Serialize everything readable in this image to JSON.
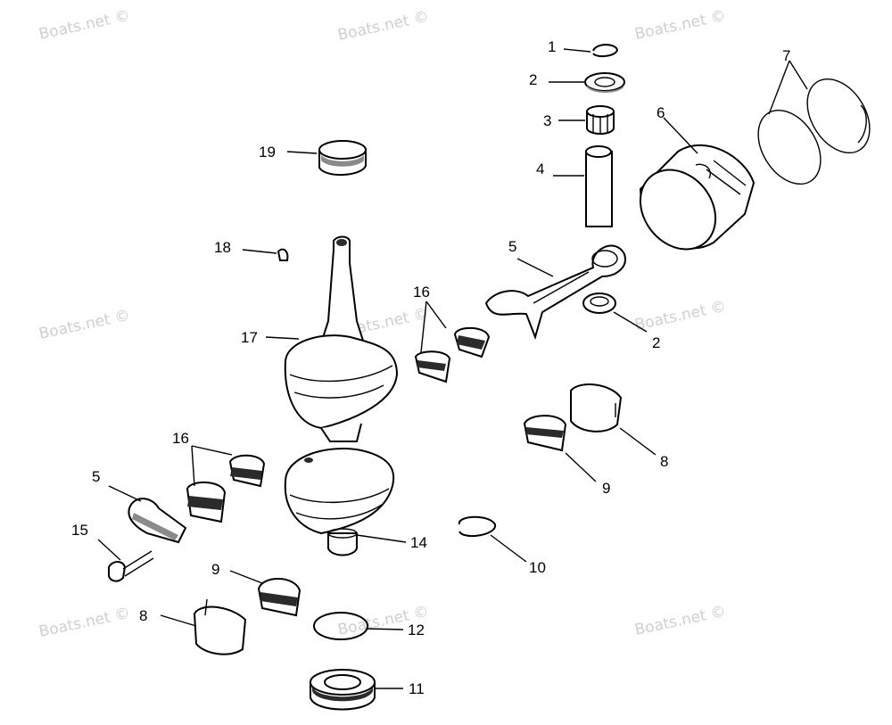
{
  "watermark_text": "Boats.net ©",
  "callouts": {
    "c1": "1",
    "c2a": "2",
    "c2b": "2",
    "c3": "3",
    "c4": "4",
    "c5a": "5",
    "c5b": "5",
    "c6": "6",
    "c7": "7",
    "c8a": "8",
    "c8b": "8",
    "c9a": "9",
    "c9b": "9",
    "c10": "10",
    "c11": "11",
    "c12": "12",
    "c14": "14",
    "c15": "15",
    "c16a": "16",
    "c16b": "16",
    "c17": "17",
    "c18": "18",
    "c19": "19"
  }
}
